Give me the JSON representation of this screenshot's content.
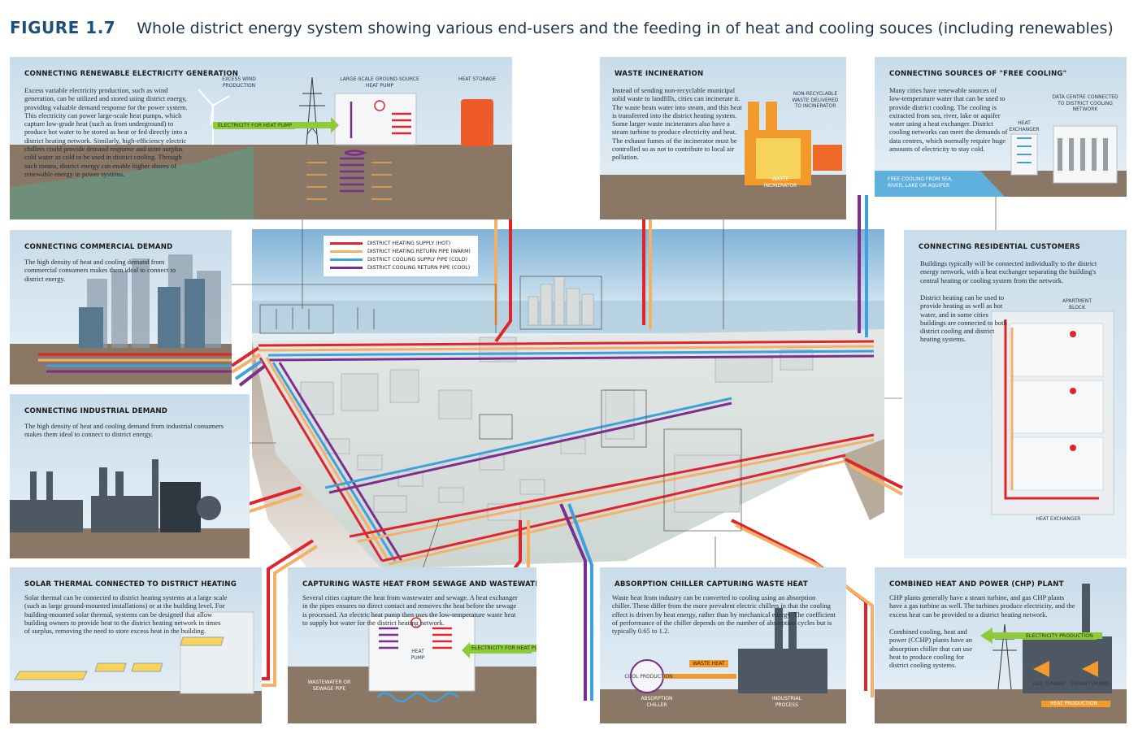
{
  "figure": {
    "number": "FIGURE 1.7",
    "title": "Whole district energy system showing various end-users and the feeding in of heat and cooling souces (including renewables)"
  },
  "colors": {
    "heating_supply": "#e0242b",
    "heating_return": "#f5b067",
    "cooling_supply": "#3fa0db",
    "cooling_return": "#7a2f8f",
    "title_blue": "#1d4f78"
  },
  "legend": [
    {
      "label": "DISTRICT HEATING SUPPLY (HOT)",
      "color": "#e0242b"
    },
    {
      "label": "DISTRICT HEATING RETURN PIPE (WARM)",
      "color": "#f5b067"
    },
    {
      "label": "DISTRICT COOLING SUPPLY PIPE (COLD)",
      "color": "#3fa0db"
    },
    {
      "label": "DISTRICT COOLING RETURN PIPE (COOL)",
      "color": "#7a2f8f"
    }
  ],
  "panels": {
    "renewable": {
      "title": "CONNECTING RENEWABLE ELECTRICITY GENERATION",
      "text": "Excess variable electricity production, such as wind generation, can be utilized and stored using district energy, providing valuable demand response for the power system. This electricity can power large-scale heat pumps, which capture low-grade heat (such as from underground) to produce hot water to be stored as heat or fed directly into a district heating network. Similarly, high-efficiency electric chillers could provide demand response and store surplus cold water as cold to be used in district cooling. Through such means, district energy can enable higher shares of renewable energy in power systems.",
      "label_wind": "EXCESS WIND PRODUCTION",
      "label_heatpump": "LARGE-SCALE GROUND-SOURCE HEAT PUMP",
      "label_storage": "HEAT STORAGE",
      "tag_electricity": "ELECTRICITY FOR HEAT PUMP"
    },
    "waste": {
      "title": "WASTE INCINERATION",
      "text": "Instead of sending non-recyclable municipal solid waste to landfills, cities can incinerate it. The waste heats water into steam, and this heat is transferred into the district heating system. Some larger waste incinerators also have a steam turbine to produce electricity and heat. The exhaust fumes of the incinerator must be controlled so as not to contribute to local air pollution.",
      "label_delivered": "NON-RECYCLABLE WASTE DELIVERED TO INCINERATOR",
      "label_incinerator": "WASTE INCINERATOR"
    },
    "freecool": {
      "title": "CONNECTING SOURCES OF \"FREE COOLING\"",
      "text": "Many cities have renewable sources of low-temperature water that can be used to provide district cooling. The cooling is extracted from sea, river, lake or aquifer water using a heat exchanger. District cooling networks can meet the demands of data centres, which normally require huge amounts of electricity to stay cold.",
      "label_exchanger": "HEAT EXCHANGER",
      "label_datacentre": "DATA CENTRE CONNECTED TO DISTRICT COOLING NETWORK",
      "label_source": "FREE COOLING FROM SEA, RIVER, LAKE OR AQUIFER"
    },
    "commercial": {
      "title": "CONNECTING COMMERCIAL DEMAND",
      "text": "The high density of heat and cooling demand from commercial consumers makes them ideal to connect to district energy."
    },
    "industrial": {
      "title": "CONNECTING INDUSTRIAL DEMAND",
      "text": "The high density of heat and cooling demand from industrial consumers makes them ideal to connect to district energy."
    },
    "residential": {
      "title": "CONNECTING RESIDENTIAL CUSTOMERS",
      "text1": "Buildings typically will be connected individually to the district energy network, with a heat exchanger separating the building's central heating or cooling system from the network.",
      "text2": "District heating can be used to provide heating as well as hot water, and in some cities buildings are connected to both district cooling and district heating systems.",
      "label_block": "APARTMENT BLOCK",
      "label_exchanger": "HEAT EXCHANGER"
    },
    "solar": {
      "title": "SOLAR THERMAL CONNECTED TO DISTRICT HEATING",
      "text": "Solar thermal can be connected to district heating systems at a large scale (such as large ground-mounted installations) or at the building level. For building-mounted solar thermal, systems can be designed that allow building owners to provide heat to the district heating network in times of surplus, removing the need to store excess heat in the building."
    },
    "sewage": {
      "title": "CAPTURING WASTE HEAT FROM SEWAGE AND WASTEWATER",
      "text": "Several cities capture the heat from wastewater and sewage. A heat exchanger in the pipes ensures no direct contact and removes the heat before the sewage is processed. An electric heat pump then uses the low-temperature waste heat to supply hot water for the district heating network.",
      "label_heatpump": "HEAT PUMP",
      "label_pipe": "WASTEWATER OR SEWAGE PIPE",
      "tag_electricity": "ELECTRICITY FOR HEAT PUMP"
    },
    "absorption": {
      "title": "ABSORPTION CHILLER CAPTURING WASTE HEAT",
      "text": "Waste heat from industry can be converted to cooling using an absorption chiller. These differ from the more prevalent electric chillers in that the cooling effect is driven by heat energy, rather than by mechanical energy. The coefficient of performance of the chiller depends on the number of absorption cycles but is typically 0.65 to 1.2.",
      "label_cool": "COOL PRODUCTION",
      "tag_waste": "WASTE HEAT",
      "label_chiller": "ABSORPTION CHILLER",
      "label_process": "INDUSTRIAL PROCESS"
    },
    "chp": {
      "title": "COMBINED HEAT AND POWER (CHP) PLANT",
      "text1": "CHP plants generally have a steam turbine, and gas CHP plants have a gas turbine as well. The turbines produce electricity, and the excess heat can be provided to a district heating network.",
      "text2": "Combined cooling, heat and power (CCHP) plants have an absorption chiller that can use heat to produce cooling for district cooling systems.",
      "tag_electricity": "ELECTRICITY PRODUCTION",
      "label_gas": "GAS TURBINE",
      "label_steam": "STEAM TURBINE",
      "label_heat": "HEAT PRODUCTION"
    }
  }
}
